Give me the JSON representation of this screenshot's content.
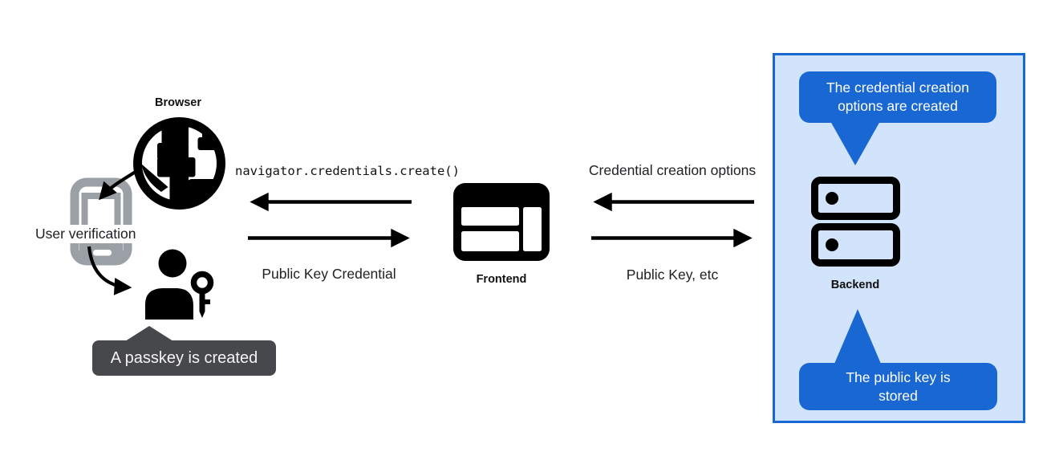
{
  "colors": {
    "accent_blue": "#1967d2",
    "panel_blue_bg": "#d2e3fc",
    "tooltip_gray": "#47484b",
    "phone_gray": "#9aa0a6",
    "ink": "#000000",
    "label_ink": "#202124"
  },
  "left": {
    "browser_label": "Browser",
    "user_verification_label": "User verification",
    "passkey_tooltip": "A passkey is created"
  },
  "frontend": {
    "call_label": "navigator.credentials.create()",
    "return_label": "Public Key Credential",
    "title": "Frontend"
  },
  "backend": {
    "title": "Backend",
    "request_label": "Credential creation options",
    "response_label": "Public Key, etc",
    "bubble_top": "The credential creation\noptions are created",
    "bubble_bottom": "The public key is\nstored"
  }
}
